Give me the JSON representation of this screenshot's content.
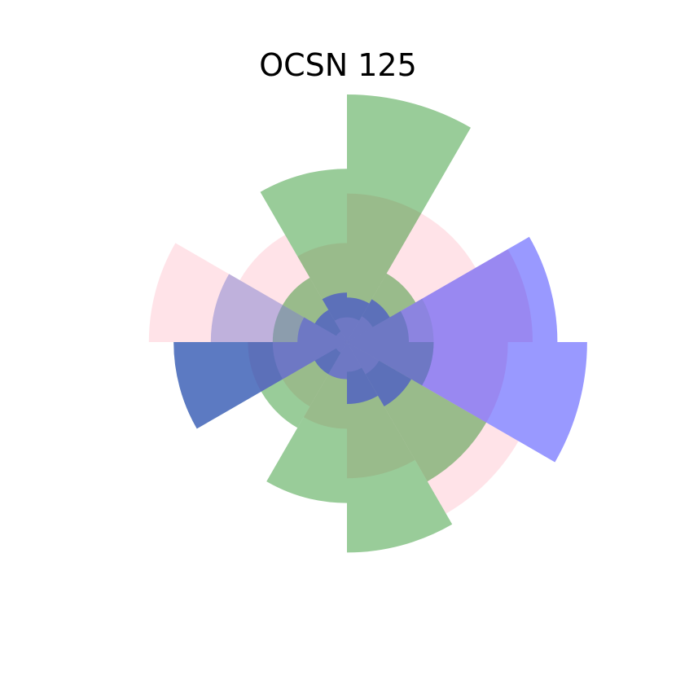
{
  "chart_data": {
    "type": "polar-bar",
    "title": "OCSN 125",
    "sectors_deg_start": [
      0,
      30,
      60,
      90,
      120,
      150,
      180,
      210,
      240,
      270,
      300,
      330
    ],
    "sector_width_deg": 30,
    "rmax": 1.0,
    "grid": false,
    "series": [
      {
        "color": "#ffc0cb",
        "alpha": 0.45,
        "values": [
          0.6,
          0.6,
          0.75,
          0.65,
          0.8,
          0.55,
          0.35,
          0.3,
          0.4,
          0.8,
          0.5,
          0.4
        ]
      },
      {
        "color": "#008000",
        "alpha": 0.4,
        "values": [
          1.0,
          0.32,
          0.25,
          0.35,
          0.65,
          0.85,
          0.65,
          0.4,
          0.7,
          0.3,
          0.3,
          0.7
        ]
      },
      {
        "color": "#0000ff",
        "alpha": 0.4,
        "values": [
          0.18,
          0.2,
          0.85,
          0.97,
          0.3,
          0.25,
          0.15,
          0.15,
          0.7,
          0.2,
          0.15,
          0.2
        ]
      },
      {
        "color": "#8080d0",
        "alpha": 0.5,
        "values": [
          0.1,
          0.12,
          0.35,
          0.35,
          0.15,
          0.12,
          0.15,
          0.05,
          0.3,
          0.55,
          0.05,
          0.1
        ]
      }
    ]
  }
}
